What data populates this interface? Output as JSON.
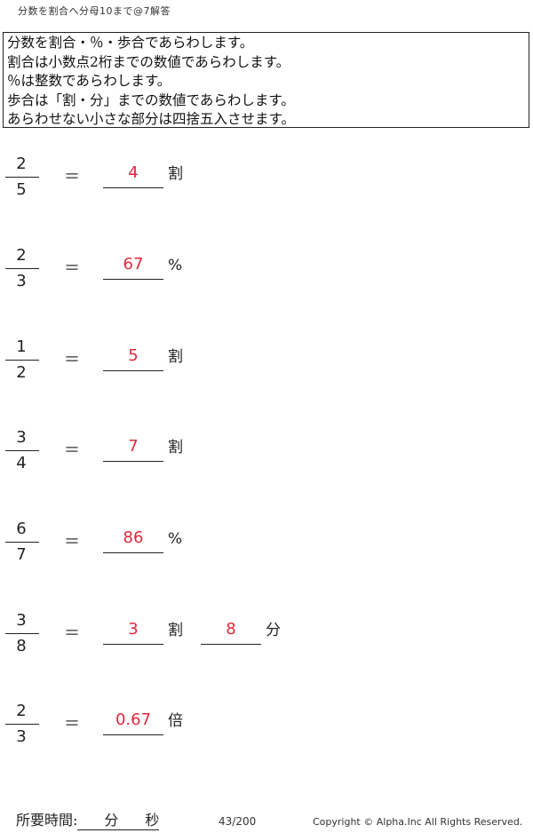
{
  "page_title": "分数を割合へ分母10まで@7解答",
  "instructions": [
    "分数を割合・％・歩合であらわします。",
    "割合は小数点2桁までの数値であらわします。",
    "％は整数であらわします。",
    "歩合は「割・分」までの数値であらわします。",
    "あらわせない小さな部分は四捨五入させます。"
  ],
  "equals_sign": "＝",
  "problems": [
    {
      "numerator": "2",
      "denominator": "5",
      "answers": [
        {
          "value": "4",
          "unit": "割"
        }
      ]
    },
    {
      "numerator": "2",
      "denominator": "3",
      "answers": [
        {
          "value": "67",
          "unit": "%"
        }
      ]
    },
    {
      "numerator": "1",
      "denominator": "2",
      "answers": [
        {
          "value": "5",
          "unit": "割"
        }
      ]
    },
    {
      "numerator": "3",
      "denominator": "4",
      "answers": [
        {
          "value": "7",
          "unit": "割"
        }
      ]
    },
    {
      "numerator": "6",
      "denominator": "7",
      "answers": [
        {
          "value": "86",
          "unit": "%"
        }
      ]
    },
    {
      "numerator": "3",
      "denominator": "8",
      "answers": [
        {
          "value": "3",
          "unit": "割"
        },
        {
          "value": "8",
          "unit": "分"
        }
      ]
    },
    {
      "numerator": "2",
      "denominator": "3",
      "answers": [
        {
          "value": "0.67",
          "unit": "倍"
        }
      ]
    }
  ],
  "footer": {
    "time_label": "所要時間:",
    "minutes_label": "分",
    "seconds_label": "秒",
    "page_number": "43/200",
    "copyright": "Copyright ©  Alpha.Inc All Rights Reserved."
  },
  "colors": {
    "answer": "#e0283c",
    "text": "#222222"
  }
}
